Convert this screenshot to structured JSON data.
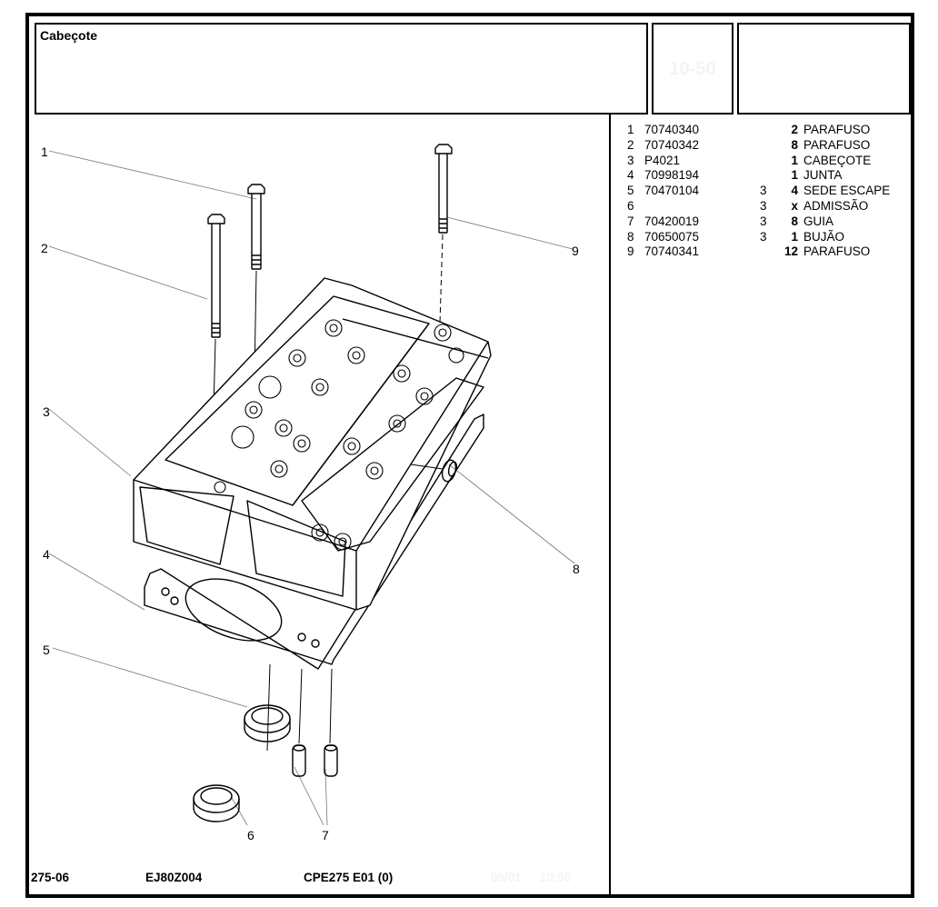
{
  "header": {
    "title": "Cabeçote",
    "middle_box_text": "10-50"
  },
  "diagram": {
    "callouts": [
      "1",
      "2",
      "3",
      "4",
      "5",
      "6",
      "7",
      "8",
      "9"
    ]
  },
  "parts_list": {
    "rows": [
      {
        "item": "1",
        "code": "70740340",
        "level": "",
        "qty": "2",
        "description": "PARAFUSO"
      },
      {
        "item": "2",
        "code": "70740342",
        "level": "",
        "qty": "8",
        "description": "PARAFUSO"
      },
      {
        "item": "3",
        "code": "P4021",
        "level": "",
        "qty": "1",
        "description": "CABEÇOTE"
      },
      {
        "item": "4",
        "code": "70998194",
        "level": "",
        "qty": "1",
        "description": "JUNTA"
      },
      {
        "item": "5",
        "code": "70470104",
        "level": "3",
        "qty": "4",
        "description": "SEDE ESCAPE"
      },
      {
        "item": "6",
        "code": "",
        "level": "3",
        "qty": "x",
        "description": "ADMISSÃO"
      },
      {
        "item": "7",
        "code": "70420019",
        "level": "3",
        "qty": "8",
        "description": "GUIA"
      },
      {
        "item": "8",
        "code": "70650075",
        "level": "3",
        "qty": "1",
        "description": "BUJÃO"
      },
      {
        "item": "9",
        "code": "70740341",
        "level": "",
        "qty": "12",
        "description": "PARAFUSO"
      }
    ]
  },
  "footer": {
    "page_ref": "275-06",
    "drawing_code": "EJ80Z004",
    "catalog": "CPE275  E01    (0)",
    "date": "05/01",
    "time": "10:50"
  }
}
